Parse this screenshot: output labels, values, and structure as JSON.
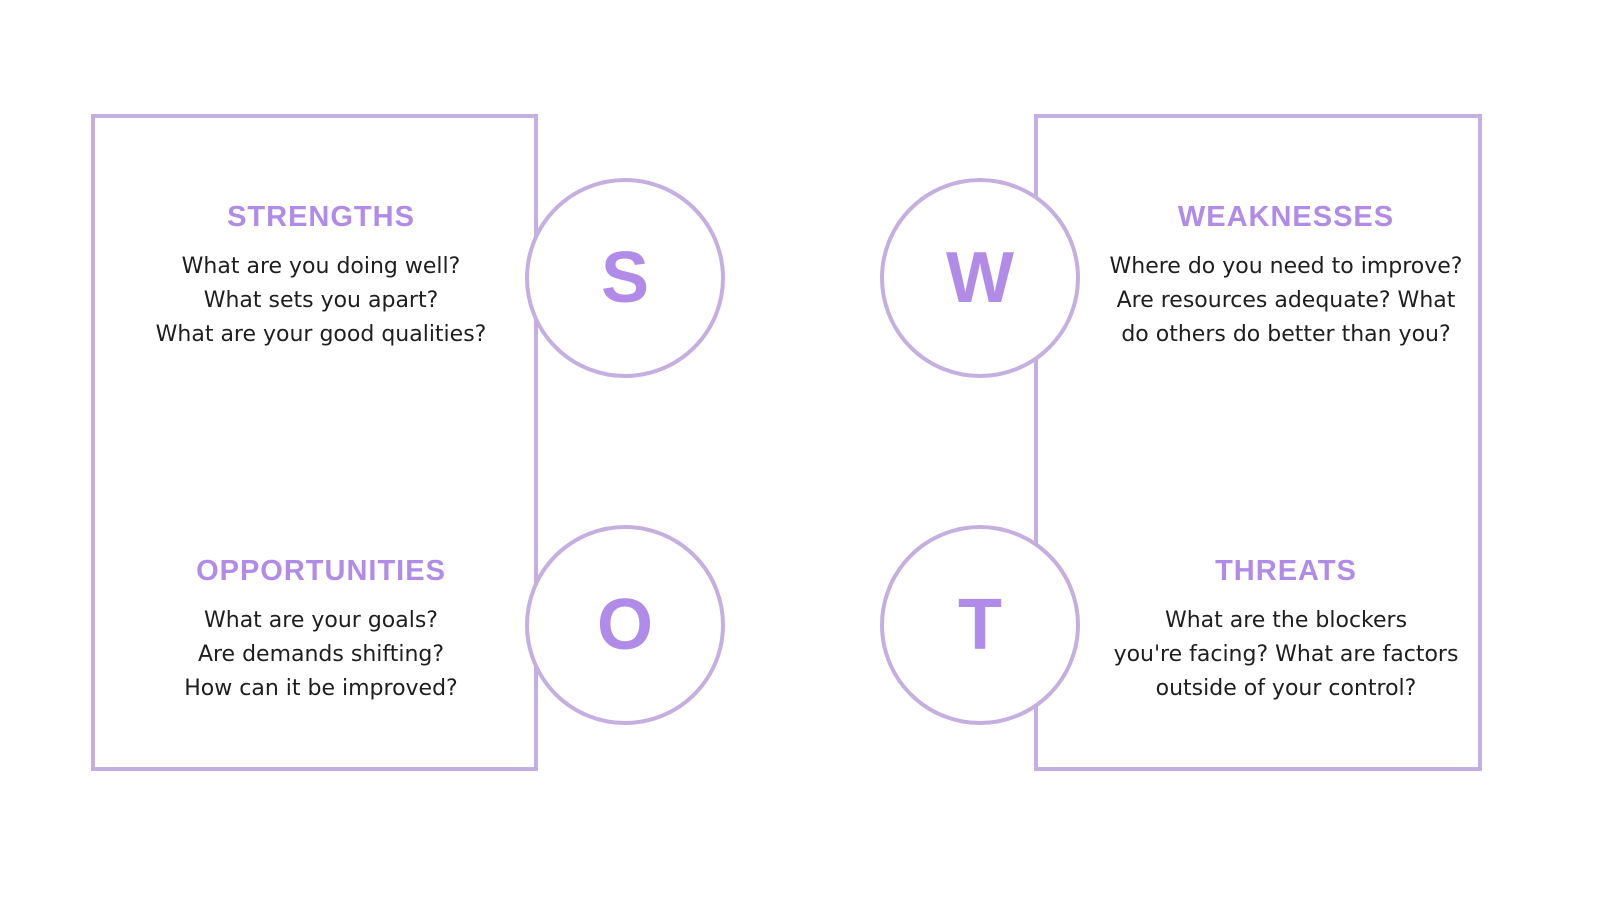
{
  "quadrants": {
    "strengths": {
      "letter": "S",
      "title": "STRENGTHS",
      "lines": [
        "What are you doing well?",
        "What sets you apart?",
        "What are your good qualities?"
      ]
    },
    "weaknesses": {
      "letter": "W",
      "title": "WEAKNESSES",
      "lines": [
        "Where do you need to improve?",
        "Are resources adequate? What",
        "do others do better than you?"
      ]
    },
    "opportunities": {
      "letter": "O",
      "title": "OPPORTUNITIES",
      "lines": [
        "What are your goals?",
        "Are demands shifting?",
        "How can it be improved?"
      ]
    },
    "threats": {
      "letter": "T",
      "title": "THREATS",
      "lines": [
        "What are the blockers",
        "you're facing? What are factors",
        "outside of your control?"
      ]
    }
  },
  "colors": {
    "accent": "#b18be8",
    "outline": "#c5aee0",
    "body_text": "#1e1e1e",
    "background": "#ffffff"
  }
}
